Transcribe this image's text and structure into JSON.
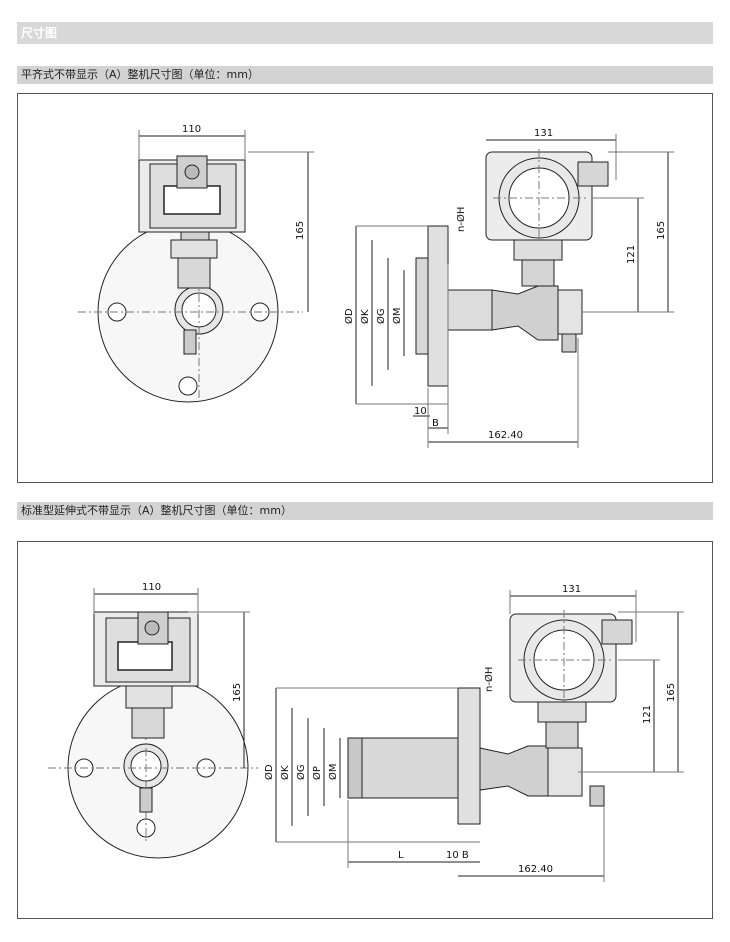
{
  "header": {
    "title": "尺寸图"
  },
  "section1": {
    "title": "平齐式不带显示（A）整机尺寸图（单位：mm）",
    "labels": {
      "w110": "110",
      "h165_left": "165",
      "w131": "131",
      "h165_right": "165",
      "h121": "121",
      "nh": "n-ØH",
      "d": "ØD",
      "k": "ØK",
      "g": "ØG",
      "m": "ØM",
      "ten": "10",
      "b": "B",
      "len": "162.40"
    }
  },
  "section2": {
    "title": "标准型延伸式不带显示（A）整机尺寸图（单位：mm）",
    "labels": {
      "w110": "110",
      "h165_left": "165",
      "w131": "131",
      "h165_right": "165",
      "h121": "121",
      "nh": "n-ØH",
      "d": "ØD",
      "k": "ØK",
      "g": "ØG",
      "p": "ØP",
      "m": "ØM",
      "l": "L",
      "ten_b": "10 B",
      "len": "162.40"
    }
  }
}
